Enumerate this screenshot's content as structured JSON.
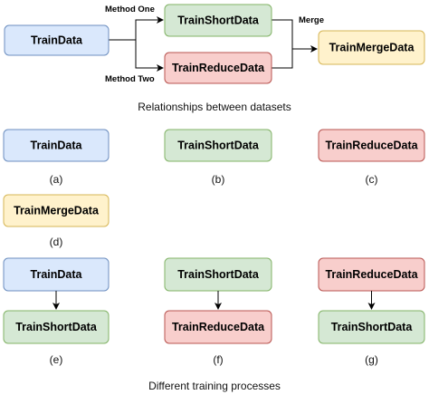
{
  "colors": {
    "blue_fill": "#dae8fc",
    "blue_stroke": "#6c8ebf",
    "green_fill": "#d5e8d4",
    "green_stroke": "#82b366",
    "red_fill": "#f8cecc",
    "red_stroke": "#b85450",
    "yellow_fill": "#fff2cc",
    "yellow_stroke": "#d6b656"
  },
  "top": {
    "train_data": "TrainData",
    "train_short_data": "TrainShortData",
    "train_reduce_data": "TrainReduceData",
    "train_merge_data": "TrainMergeData",
    "method_one": "Method One",
    "method_two": "Method Two",
    "merge": "Merge",
    "caption": "Relationships between datasets"
  },
  "datasets": {
    "a": {
      "label": "TrainData",
      "sub": "(a)"
    },
    "b": {
      "label": "TrainShortData",
      "sub": "(b)"
    },
    "c": {
      "label": "TrainReduceData",
      "sub": "(c)"
    },
    "d": {
      "label": "TrainMergeData",
      "sub": "(d)"
    }
  },
  "processes": {
    "e": {
      "from": "TrainData",
      "to": "TrainShortData",
      "sub": "(e)"
    },
    "f": {
      "from": "TrainShortData",
      "to": "TrainReduceData",
      "sub": "(f)"
    },
    "g": {
      "from": "TrainReduceData",
      "to": "TrainShortData",
      "sub": "(g)"
    },
    "caption": "Different training processes"
  }
}
